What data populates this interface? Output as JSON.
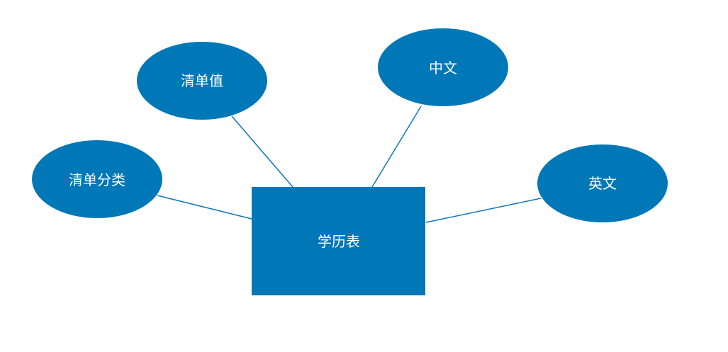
{
  "diagram": {
    "center": {
      "label": "学历表",
      "color": "#0077b7"
    },
    "attributes": [
      {
        "id": "list-category",
        "label": "清单分类",
        "color": "#0077b7"
      },
      {
        "id": "list-value",
        "label": "清单值",
        "color": "#0077b7"
      },
      {
        "id": "chinese",
        "label": "中文",
        "color": "#0077b7"
      },
      {
        "id": "english",
        "label": "英文",
        "color": "#0077b7"
      }
    ],
    "edge_color": "#0d78b8"
  }
}
